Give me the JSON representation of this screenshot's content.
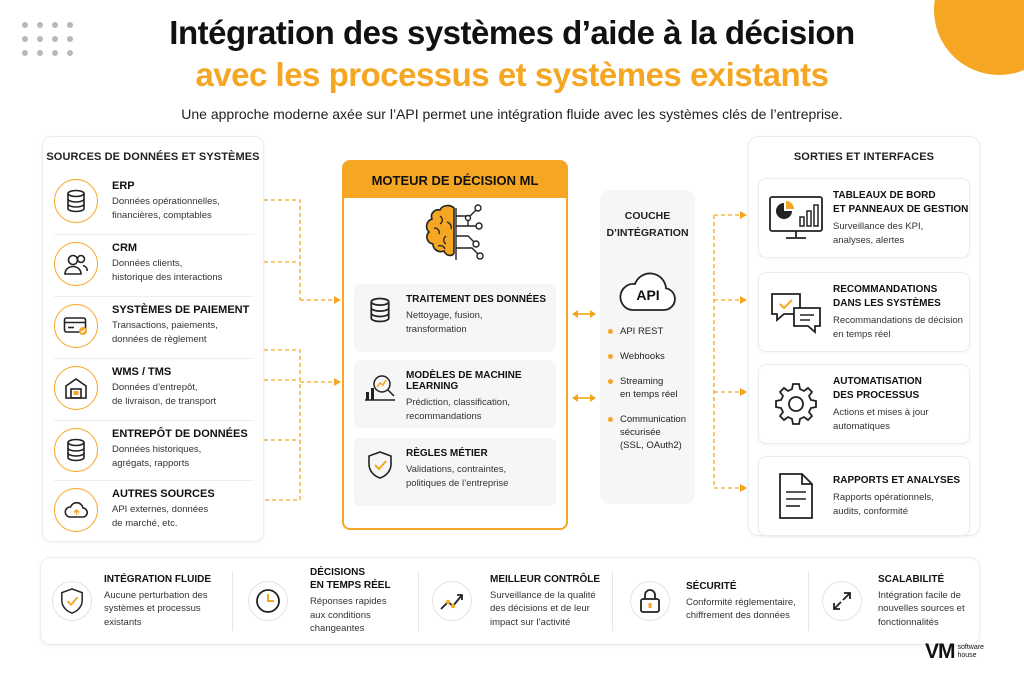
{
  "header": {
    "title_line1": "Intégration des systèmes d’aide à la décision",
    "title_line2": "avec les processus et systèmes existants",
    "subtitle": "Une approche moderne axée sur l’API permet une intégration fluide avec les systèmes clés de l’entreprise."
  },
  "sources": {
    "title": "SOURCES DE DONNÉES ET SYSTÈMES",
    "items": [
      {
        "title": "ERP",
        "line1": "Données opérationnelles,",
        "line2": "financières, comptables",
        "icon": "database-icon"
      },
      {
        "title": "CRM",
        "line1": "Données clients,",
        "line2": "historique des interactions",
        "icon": "users-icon"
      },
      {
        "title": "SYSTÈMES DE PAIEMENT",
        "line1": "Transactions, paiements,",
        "line2": "données de règlement",
        "icon": "credit-card-icon"
      },
      {
        "title": "WMS / TMS",
        "line1": "Données d’entrepôt,",
        "line2": "de livraison, de transport",
        "icon": "warehouse-icon"
      },
      {
        "title": "ENTREPÔT DE DONNÉES",
        "line1": "Données historiques,",
        "line2": "agrégats, rapports",
        "icon": "database-icon"
      },
      {
        "title": "AUTRES SOURCES",
        "line1": "API externes, données",
        "line2": "de marché, etc.",
        "icon": "cloud-icon"
      }
    ]
  },
  "engine": {
    "title": "MOTEUR DE DÉCISION ML",
    "cards": [
      {
        "title": "TRAITEMENT DES DONNÉES",
        "line1": "Nettoyage, fusion,",
        "line2": "transformation",
        "icon": "database-icon"
      },
      {
        "title": "MODÈLES DE MACHINE LEARNING",
        "line1": "Prédiction, classification,",
        "line2": "recommandations",
        "icon": "analytics-icon"
      },
      {
        "title": "RÈGLES MÉTIER",
        "line1": "Validations, contraintes,",
        "line2": "politiques de l’entreprise",
        "icon": "shield-check-icon"
      }
    ]
  },
  "integration": {
    "title_line1": "COUCHE",
    "title_line2": "D’INTÉGRATION",
    "api_label": "API",
    "bullets": [
      {
        "line1": "API REST",
        "line2": ""
      },
      {
        "line1": "Webhooks",
        "line2": ""
      },
      {
        "line1": "Streaming",
        "line2": "en temps réel"
      },
      {
        "line1": "Communication",
        "line2": "sécurisée",
        "line3": "(SSL, OAuth2)"
      }
    ]
  },
  "outputs": {
    "title": "SORTIES ET INTERFACES",
    "items": [
      {
        "title1": "TABLEAUX DE BORD",
        "title2": "ET PANNEAUX DE GESTION",
        "line1": "Surveillance des KPI,",
        "line2": "analyses, alertes",
        "icon": "dashboard-monitor-icon"
      },
      {
        "title1": "RECOMMANDATIONS",
        "title2": "DANS LES SYSTÈMES",
        "line1": "Recommandations de décision",
        "line2": "en temps réel",
        "icon": "chat-check-icon"
      },
      {
        "title1": "AUTOMATISATION",
        "title2": "DES PROCESSUS",
        "line1": "Actions et mises à jour",
        "line2": "automatiques",
        "icon": "gear-icon"
      },
      {
        "title1": "RAPPORTS ET ANALYSES",
        "title2": "",
        "line1": "Rapports opérationnels,",
        "line2": "audits, conformité",
        "icon": "document-icon"
      }
    ]
  },
  "benefits": [
    {
      "title1": "INTÉGRATION FLUIDE",
      "title2": "",
      "line1": "Aucune perturbation des",
      "line2": "systèmes et processus",
      "line3": "existants",
      "icon": "shield-check-icon"
    },
    {
      "title1": "DÉCISIONS",
      "title2": "EN TEMPS RÉEL",
      "line1": "Réponses rapides",
      "line2": "aux conditions",
      "line3": "changeantes",
      "icon": "clock-icon"
    },
    {
      "title1": "MEILLEUR CONTRÔLE",
      "title2": "",
      "line1": "Surveillance de la qualité",
      "line2": "des décisions et de leur",
      "line3": "impact sur l’activité",
      "icon": "trend-up-icon"
    },
    {
      "title1": "SÉCURITÉ",
      "title2": "",
      "line1": "Conformité réglementaire,",
      "line2": "chiffrement des données",
      "line3": "",
      "icon": "lock-icon"
    },
    {
      "title1": "SCALABILITÉ",
      "title2": "",
      "line1": "Intégration facile de",
      "line2": "nouvelles sources et",
      "line3": "fonctionnalités",
      "icon": "expand-icon"
    }
  ],
  "logo": {
    "mark": "VM",
    "sub1": "software",
    "sub2": "house"
  },
  "colors": {
    "accent": "#f5a623",
    "text": "#1a1a1a",
    "card": "#f6f6f6"
  }
}
